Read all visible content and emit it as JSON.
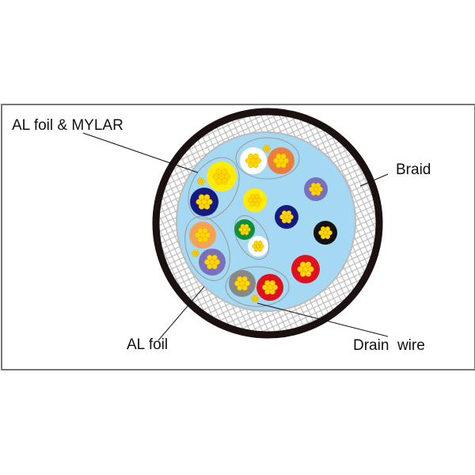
{
  "labels": {
    "al_foil_mylar": "AL foil & MYLAR",
    "braid": "Braid",
    "al_foil": "AL foil",
    "drain_wire": "Drain  wire"
  },
  "colors": {
    "jacket": "#1a1110",
    "filler": "#a5d8f3",
    "core": "#ffd700",
    "braid": "#bbbbbb"
  },
  "conductors": [
    {
      "name": "white",
      "color": "#ffffff"
    },
    {
      "name": "orange",
      "color": "#ec7d3a"
    },
    {
      "name": "yellow",
      "color": "#ffec00"
    },
    {
      "name": "navy",
      "color": "#141a80"
    },
    {
      "name": "yellow",
      "color": "#ffec00"
    },
    {
      "name": "purple",
      "color": "#7a6fbb"
    },
    {
      "name": "navy",
      "color": "#141a80"
    },
    {
      "name": "black",
      "color": "#111111"
    },
    {
      "name": "green",
      "color": "#0f8f3c"
    },
    {
      "name": "white",
      "color": "#ffffff"
    },
    {
      "name": "light-orange",
      "color": "#f5a259"
    },
    {
      "name": "purple",
      "color": "#7a6fbb"
    },
    {
      "name": "red",
      "color": "#e0101e"
    },
    {
      "name": "gray",
      "color": "#888888"
    },
    {
      "name": "red",
      "color": "#e0101e"
    }
  ]
}
